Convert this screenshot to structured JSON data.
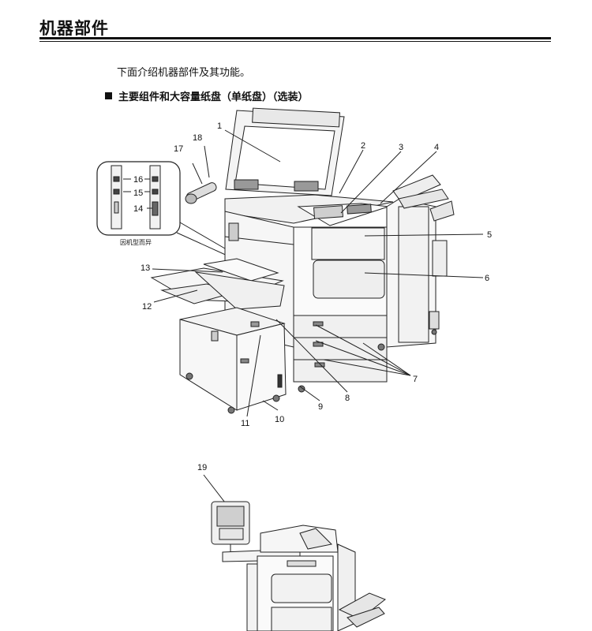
{
  "page": {
    "title": "机器部件",
    "intro": "下面介绍机器部件及其功能。",
    "section_heading": "主要组件和大容量纸盘（单纸盘）（选装）"
  },
  "figure": {
    "inset_note": "因机型而异",
    "callouts": {
      "c1": "1",
      "c2": "2",
      "c3": "3",
      "c4": "4",
      "c5": "5",
      "c6": "6",
      "c7": "7",
      "c8": "8",
      "c9": "9",
      "c10": "10",
      "c11": "11",
      "c12": "12",
      "c13": "13",
      "c14": "14",
      "c15": "15",
      "c16": "16",
      "c17": "17",
      "c18": "18",
      "c19": "19"
    }
  }
}
